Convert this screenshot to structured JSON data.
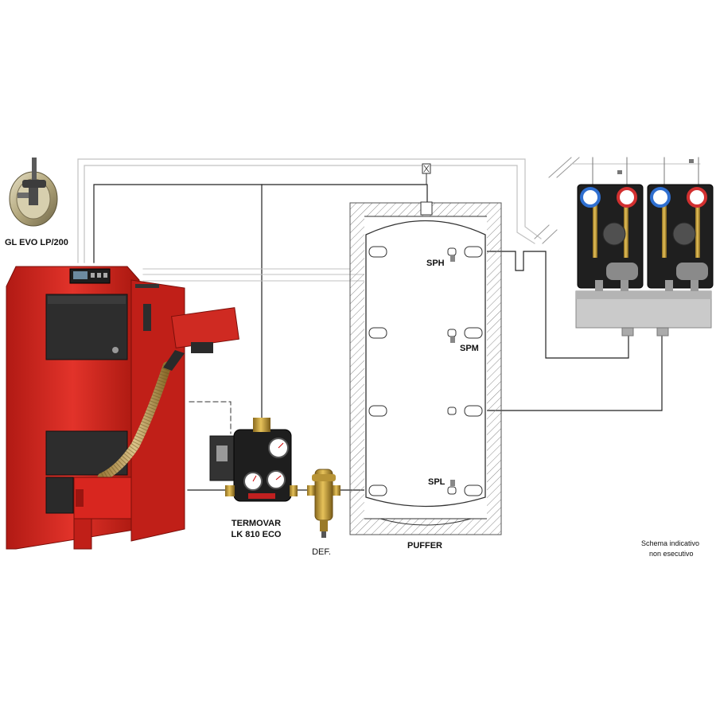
{
  "labels": {
    "draft_regulator": "GL EVO LP/200",
    "tank_high": "SPH",
    "tank_mid": "SPM",
    "tank_low": "SPL",
    "mixing_valve_line1": "TERMOVAR",
    "mixing_valve_line2": "LK 810 ECO",
    "defangator": "DEF.",
    "buffer_tank": "PUFFER",
    "disclaimer_line1": "Schema indicativo",
    "disclaimer_line2": "non esecutivo"
  },
  "colors": {
    "boiler_red": "#d8261f",
    "boiler_dark": "#2b2b2b",
    "pipe": "#222222",
    "pipe_light": "#bfbfbf",
    "tank_hatch": "#777777",
    "brass": "#c9a13b",
    "gauge_blue": "#2f6fd0",
    "gauge_red": "#d23030",
    "manifold_grey": "#c8c8c8"
  }
}
